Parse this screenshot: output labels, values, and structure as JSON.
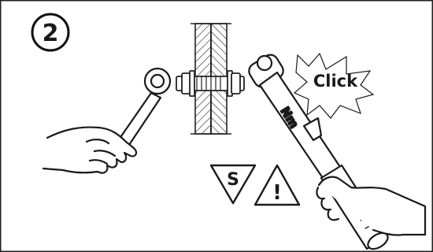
{
  "step": {
    "number": "2"
  },
  "torque_wrench": {
    "label": "Nm"
  },
  "sound": {
    "label": "Click"
  },
  "symbols": {
    "safety_letter": "S",
    "warning_mark": "!"
  }
}
